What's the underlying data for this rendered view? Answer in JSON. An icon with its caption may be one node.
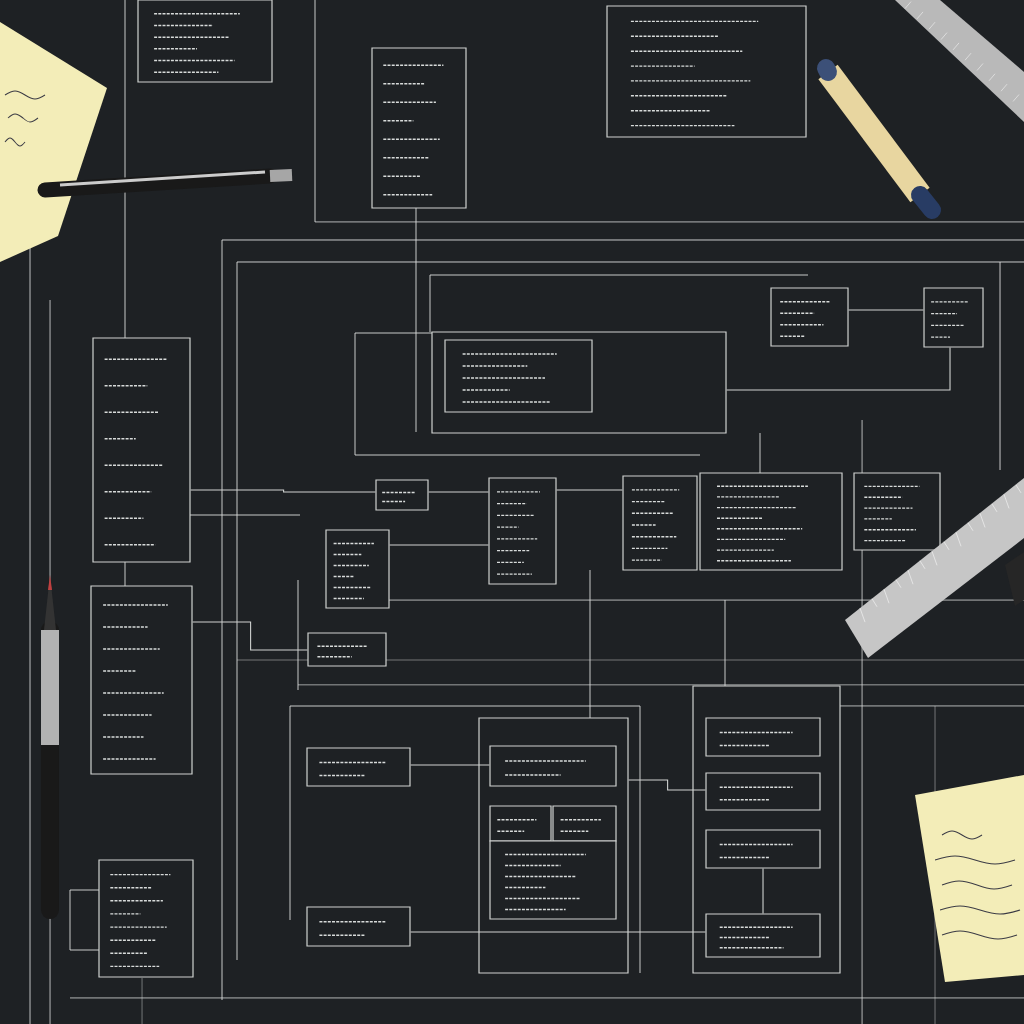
{
  "diagram": {
    "nodes": [
      {
        "text": [],
        "shape": "box"
      },
      {
        "text": [],
        "shape": "box"
      },
      {
        "text": [],
        "shape": "box"
      },
      {
        "text": [],
        "shape": "box"
      },
      {
        "text": [],
        "shape": "box",
        "in": 3
      },
      {
        "text": [],
        "shape": "box"
      },
      {
        "text": [],
        "shape": "box"
      },
      {
        "text": [],
        "shape": "box"
      },
      {
        "text": [],
        "shape": "box"
      },
      {
        "text": [],
        "shape": "box"
      },
      {
        "text": [],
        "shape": "box"
      },
      {
        "text": [],
        "shape": "box"
      },
      {
        "text": [],
        "shape": "box"
      },
      {
        "text": [],
        "shape": "box"
      },
      {
        "text": [],
        "shape": "box"
      },
      {
        "text": [],
        "shape": "box"
      },
      {
        "text": [],
        "shape": "box"
      },
      {
        "text": [],
        "shape": "box"
      },
      {
        "text": [],
        "shape": "box",
        "in": 17
      },
      {
        "text": [],
        "shape": "box",
        "in": 17
      },
      {
        "text": [],
        "shape": "box",
        "in": 17
      },
      {
        "text": [],
        "shape": "box",
        "in": 17
      },
      {
        "text": [],
        "shape": "box"
      },
      {
        "text": [],
        "shape": "box",
        "in": 22
      },
      {
        "text": [],
        "shape": "box",
        "in": 22
      },
      {
        "text": [],
        "shape": "box",
        "in": 22
      },
      {
        "text": [],
        "shape": "box",
        "in": 22
      },
      {
        "text": [],
        "shape": "box"
      },
      {
        "text": [],
        "shape": "box"
      }
    ],
    "edges": [
      {
        "from": 27,
        "to": 23,
        "arrow": "none"
      },
      {
        "from": 28,
        "to": 21,
        "arrow": "none"
      },
      {
        "from": 10,
        "to": 11,
        "arrow": "none"
      },
      {
        "from": 11,
        "to": 12,
        "arrow": "none"
      },
      {
        "from": 15,
        "to": 11,
        "arrow": "none"
      },
      {
        "from": 5,
        "to": 6,
        "arrow": "none"
      },
      {
        "from": 3,
        "to": 6,
        "arrow": "none"
      },
      {
        "from": 7,
        "to": 10,
        "arrow": "none"
      },
      {
        "from": 8,
        "to": 16,
        "arrow": "none"
      },
      {
        "from": 20,
        "to": 21,
        "arrow": "none"
      },
      {
        "from": 22,
        "to": 19,
        "arrow": "none"
      }
    ]
  }
}
